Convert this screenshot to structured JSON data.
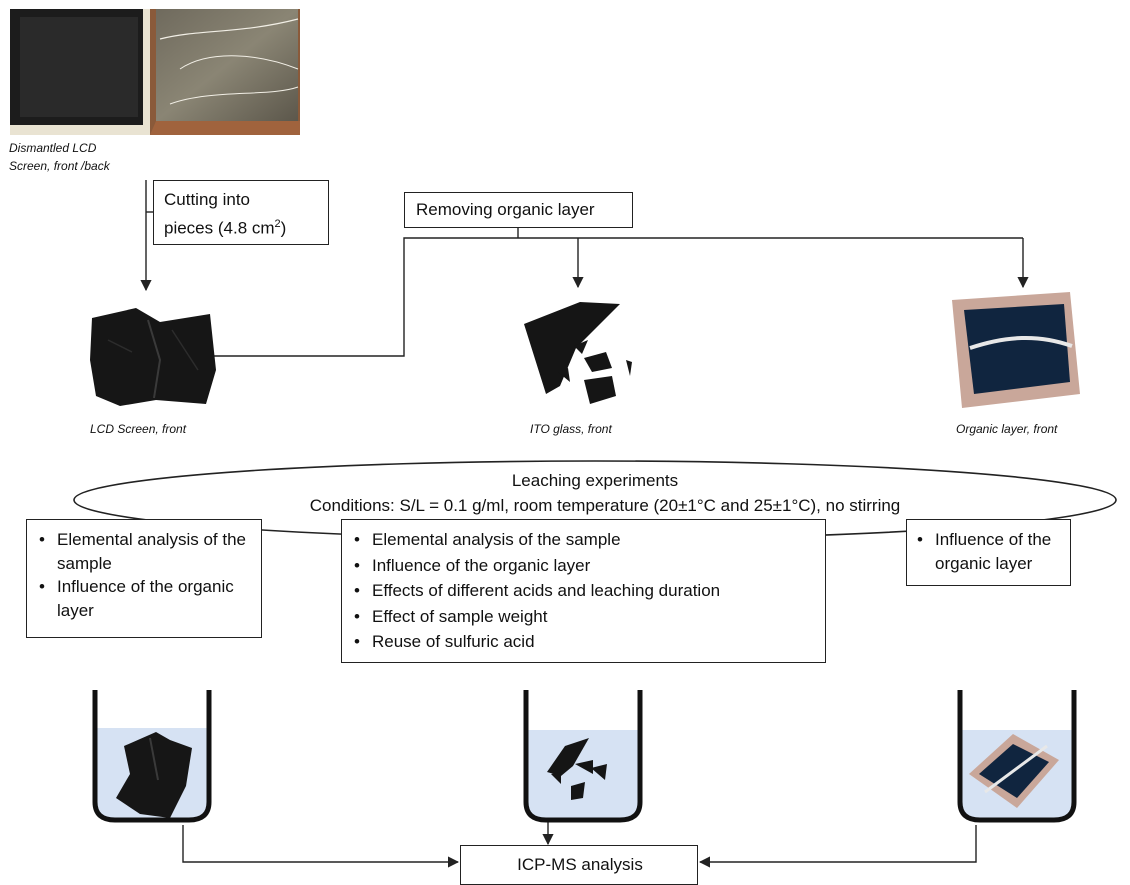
{
  "captions": {
    "dismantled_line1": "Dismantled LCD",
    "dismantled_line2": "Screen, front /back",
    "lcd_front": "LCD Screen, front",
    "ito_front": "ITO glass, front",
    "organic_front": "Organic layer, front"
  },
  "steps": {
    "cutting_line1": "Cutting into",
    "cutting_line2a": "pieces (4.8 cm",
    "cutting_sup": "2",
    "cutting_line2b": ")",
    "removing": "Removing organic layer",
    "leaching_title": "Leaching experiments",
    "leaching_conditions": "Conditions: S/L = 0.1 g/ml, room temperature (20±1°C and 25±1°C), no stirring",
    "icpms": "ICP-MS analysis"
  },
  "analyses": {
    "left": [
      "Elemental analysis of the sample",
      "Influence of the organic layer"
    ],
    "center": [
      "Elemental analysis of the sample",
      "Influence of the organic layer",
      "Effects of different acids and leaching duration",
      "Effect of sample weight",
      "Reuse of sulfuric acid"
    ],
    "right": [
      "Influence of the organic layer"
    ]
  },
  "colors": {
    "liquid": "#d6e2f3",
    "sample_dark": "#161616",
    "organic_blue": "#10253f",
    "line": "#222222"
  }
}
